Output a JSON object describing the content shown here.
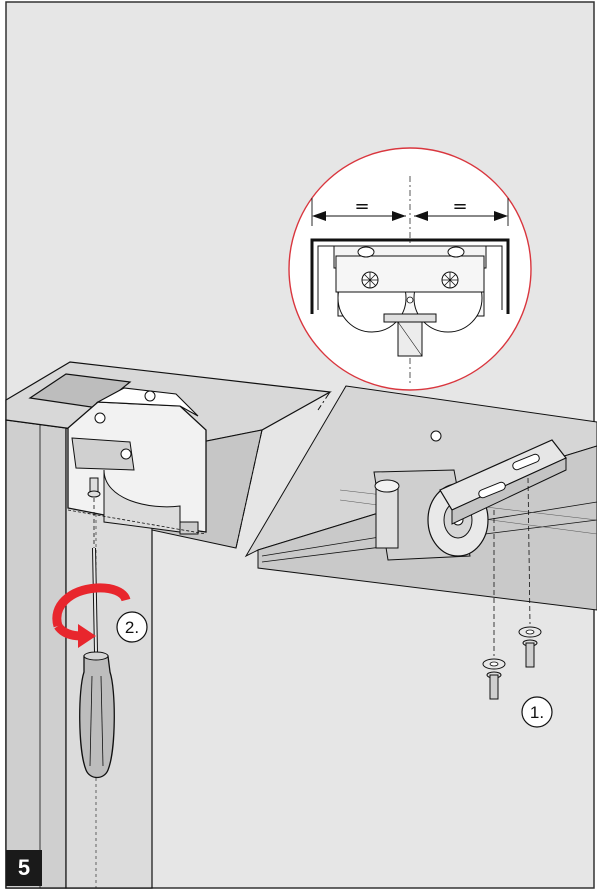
{
  "step": {
    "number": "5"
  },
  "callouts": {
    "first": "1.",
    "second": "2."
  },
  "detail": {
    "left_dimension": "=",
    "right_dimension": "="
  },
  "colors": {
    "background": "#e6e6e6",
    "line": "#111111",
    "detail_circle": "#d9363e",
    "rotation_arrow": "#e8262d",
    "badge": "#1a1a1a"
  }
}
